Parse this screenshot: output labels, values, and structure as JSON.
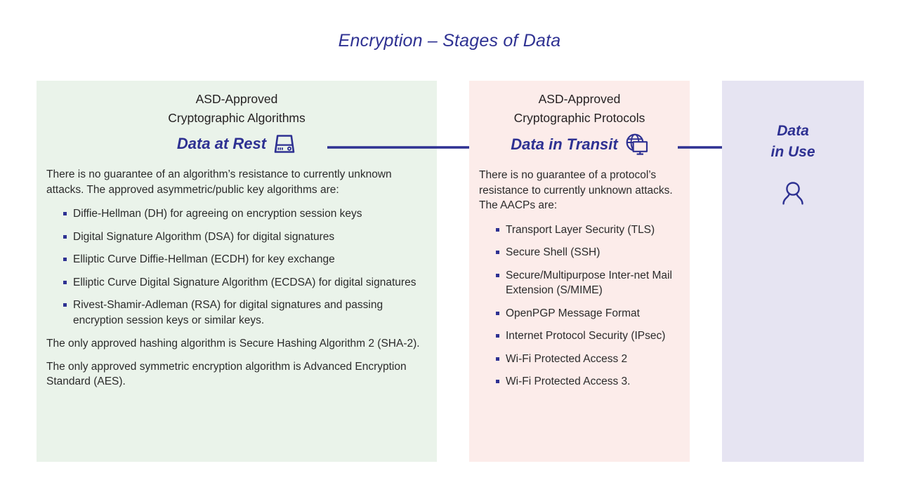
{
  "title": "Encryption – Stages of Data",
  "colors": {
    "accent": "#2e3192",
    "panel_algorithms_bg": "#eaf3ea",
    "panel_protocols_bg": "#fcecea",
    "panel_inuse_bg": "#e6e4f2",
    "body_text": "#2b2b2b"
  },
  "panels": {
    "algorithms": {
      "heading_line1": "ASD-Approved",
      "heading_line2": "Cryptographic Algorithms",
      "stage_label": "Data at Rest",
      "stage_icon": "hard-drive-icon",
      "intro": "There is no guarantee of an algorithm’s resistance to currently unknown attacks. The approved asymmetric/public key algorithms are:",
      "bullets": [
        "Diffie-Hellman (DH) for agreeing on encryption session keys",
        "Digital Signature Algorithm (DSA) for digital signatures",
        "Elliptic Curve Diffie-Hellman (ECDH) for key exchange",
        "Elliptic Curve Digital Signature Algorithm (ECDSA) for digital signatures",
        "Rivest-Shamir-Adleman (RSA) for digital signatures and passing encryption session keys or similar keys."
      ],
      "closing1": "The only approved hashing algorithm is Secure Hashing Algorithm 2 (SHA-2).",
      "closing2": "The only approved symmetric encryption algorithm is Advanced Encryption Standard (AES)."
    },
    "protocols": {
      "heading_line1": "ASD-Approved",
      "heading_line2": "Cryptographic Protocols",
      "stage_label": "Data in Transit",
      "stage_icon": "globe-monitor-icon",
      "intro": "There is no guarantee of a protocol’s resistance to currently unknown attacks. The AACPs are:",
      "bullets": [
        "Transport Layer Security (TLS)",
        "Secure Shell (SSH)",
        "Secure/Multipurpose Inter-net Mail Extension (S/MIME)",
        "OpenPGP Message Format",
        "Internet Protocol Security (IPsec)",
        "Wi-Fi Protected Access 2",
        "Wi-Fi Protected Access 3."
      ]
    },
    "in_use": {
      "stage_label_line1": "Data",
      "stage_label_line2": "in Use",
      "stage_icon": "person-icon"
    }
  },
  "arrows": [
    {
      "name": "arrow-rest-to-transit"
    },
    {
      "name": "arrow-transit-to-inuse"
    }
  ]
}
